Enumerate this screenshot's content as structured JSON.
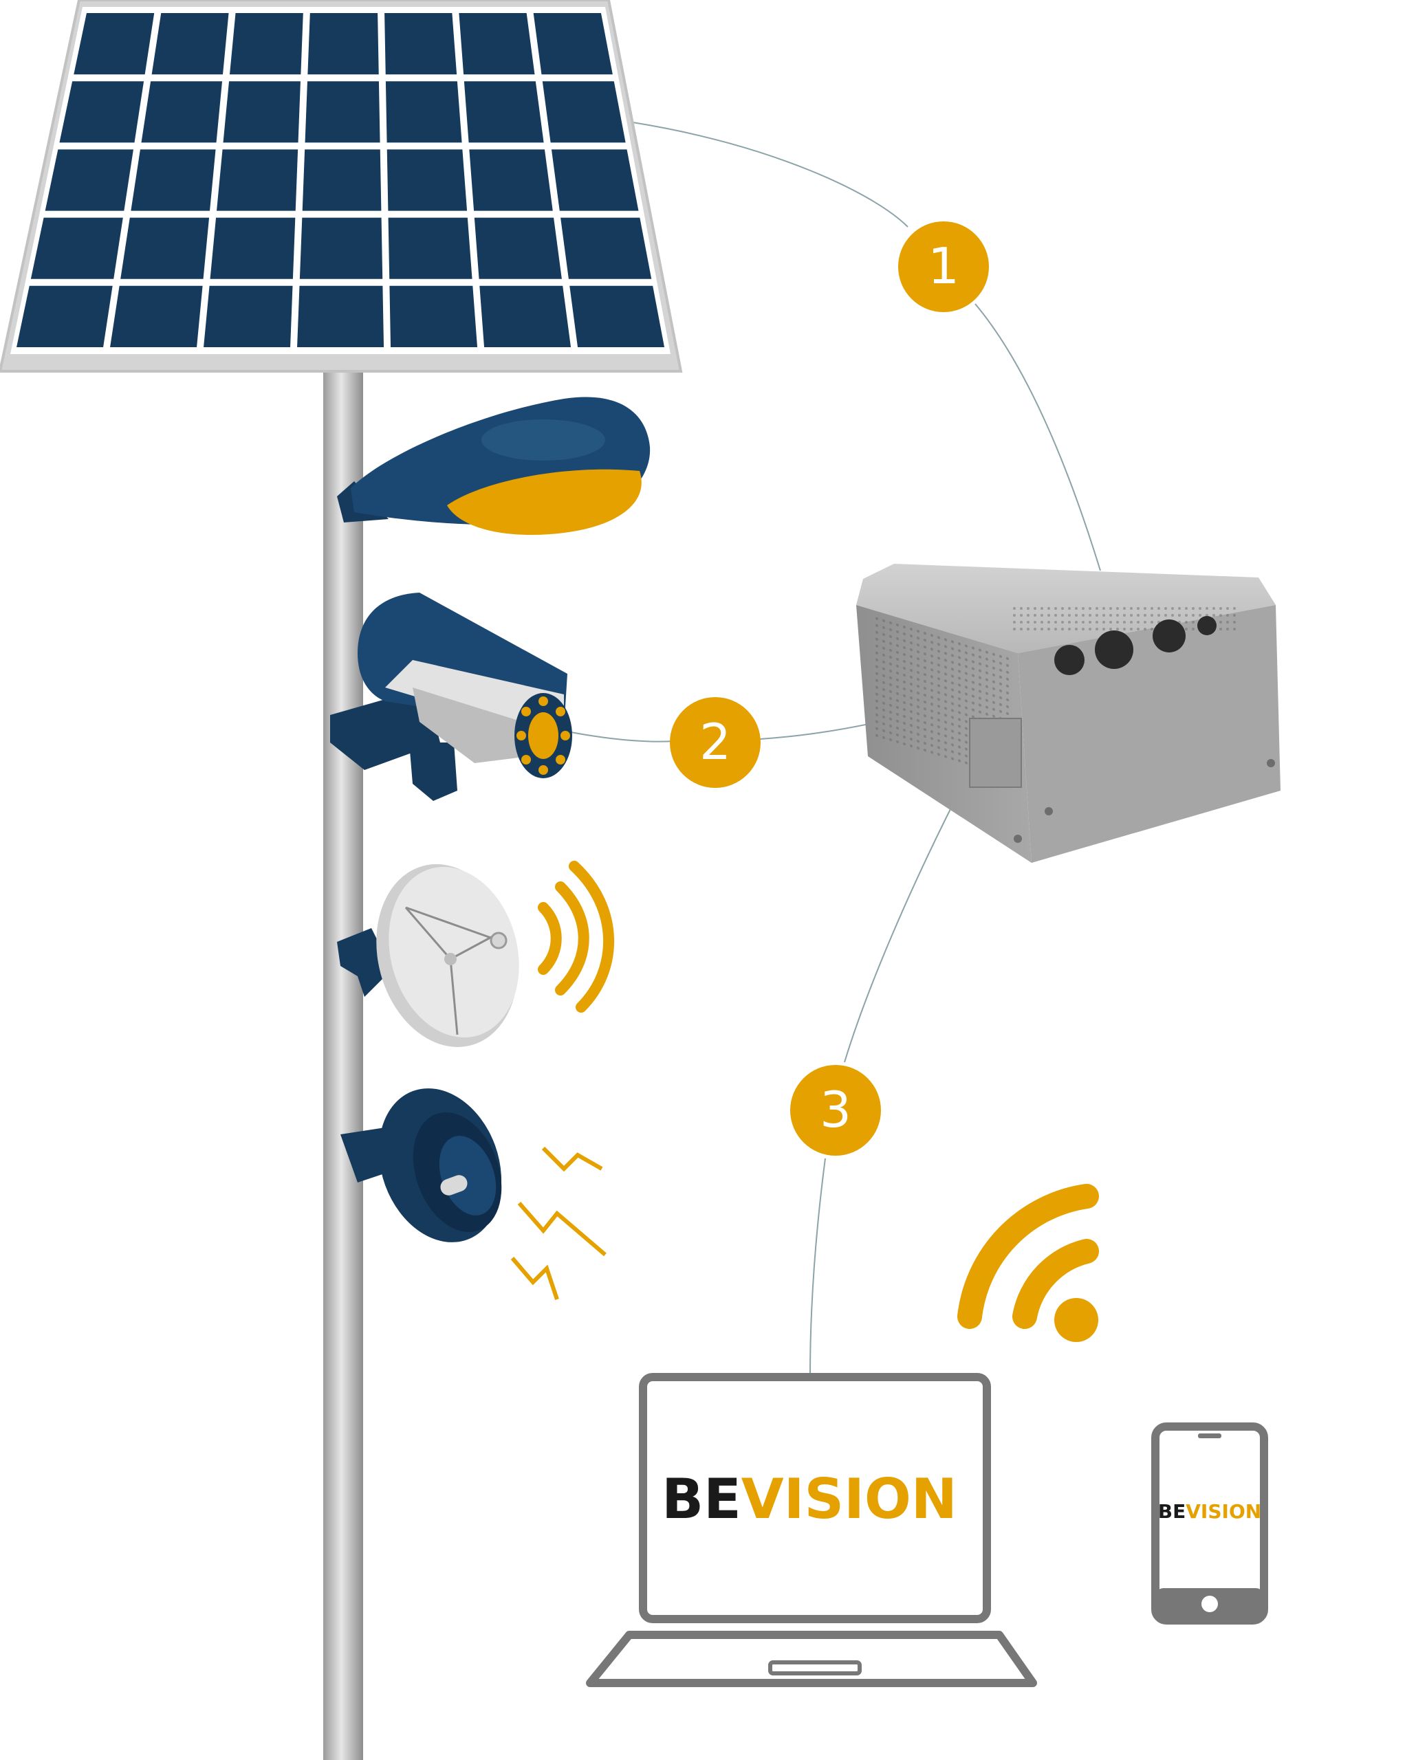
{
  "steps": [
    {
      "number": "1"
    },
    {
      "number": "2"
    },
    {
      "number": "3"
    }
  ],
  "laptop_brand": {
    "part1": "BE",
    "part2": "VISION"
  },
  "phone_brand": {
    "part1": "BE",
    "part2": "VISION"
  },
  "icons": {
    "panel": "solar-panel-icon",
    "lamp": "street-lamp-icon",
    "camera": "cctv-camera-icon",
    "dish": "satellite-dish-icon",
    "siren": "siren-speaker-icon",
    "controller": "controller-box-icon",
    "wifi": "wifi-icon",
    "laptop": "laptop-icon",
    "phone": "smartphone-icon"
  },
  "colors": {
    "accent": "#E5A100",
    "navy": "#163A5C",
    "grey": "#8C8C8C",
    "dark": "#1A1A1A",
    "line": "#8CA3A8"
  }
}
